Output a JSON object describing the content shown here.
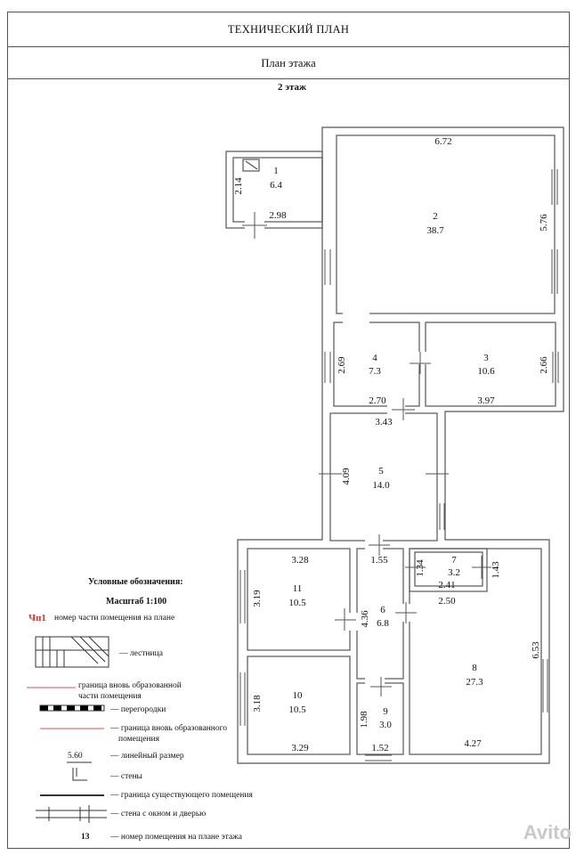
{
  "header": {
    "title": "ТЕХНИЧЕСКИЙ ПЛАН",
    "subtitle": "План этажа",
    "floor": "2 этаж"
  },
  "rooms": [
    {
      "num": "1",
      "area": "6.4"
    },
    {
      "num": "2",
      "area": "38.7"
    },
    {
      "num": "3",
      "area": "10.6"
    },
    {
      "num": "4",
      "area": "7.3"
    },
    {
      "num": "5",
      "area": "14.0"
    },
    {
      "num": "6",
      "area": "6.8"
    },
    {
      "num": "7",
      "area": "3.2"
    },
    {
      "num": "8",
      "area": "27.3"
    },
    {
      "num": "9",
      "area": "3.0"
    },
    {
      "num": "10",
      "area": "10.5"
    },
    {
      "num": "11",
      "area": "10.5"
    }
  ],
  "dimensions": [
    "2.14",
    "2.98",
    "6.72",
    "5.76",
    "2.69",
    "2.70",
    "2.66",
    "3.97",
    "3.43",
    "4.09",
    "1.55",
    "3.28",
    "3.19",
    "1.34",
    "2.41",
    "1.43",
    "2.50",
    "4.36",
    "6.53",
    "3.18",
    "1.98",
    "3.29",
    "1.52",
    "4.27"
  ],
  "legend": {
    "title": "Условные обозначения:",
    "scale": "Масштаб 1:100",
    "part_code": "Чп1",
    "items": [
      "номер части помещения на  плане",
      "— лестница",
      "граница вновь образованной",
      "части помещения",
      "— перегородки",
      "— граница вновь образованного",
      "помещения",
      "— линейный размер",
      "— стены",
      "— граница существующего помещения",
      "— стена с окном и дверью",
      "— номер помещения на  плане этажа"
    ],
    "sample_dim": "5.60",
    "sample_num": "13"
  },
  "colors": {
    "wall": "#555555",
    "boundary": "#d9534f"
  },
  "watermark": "Avito"
}
